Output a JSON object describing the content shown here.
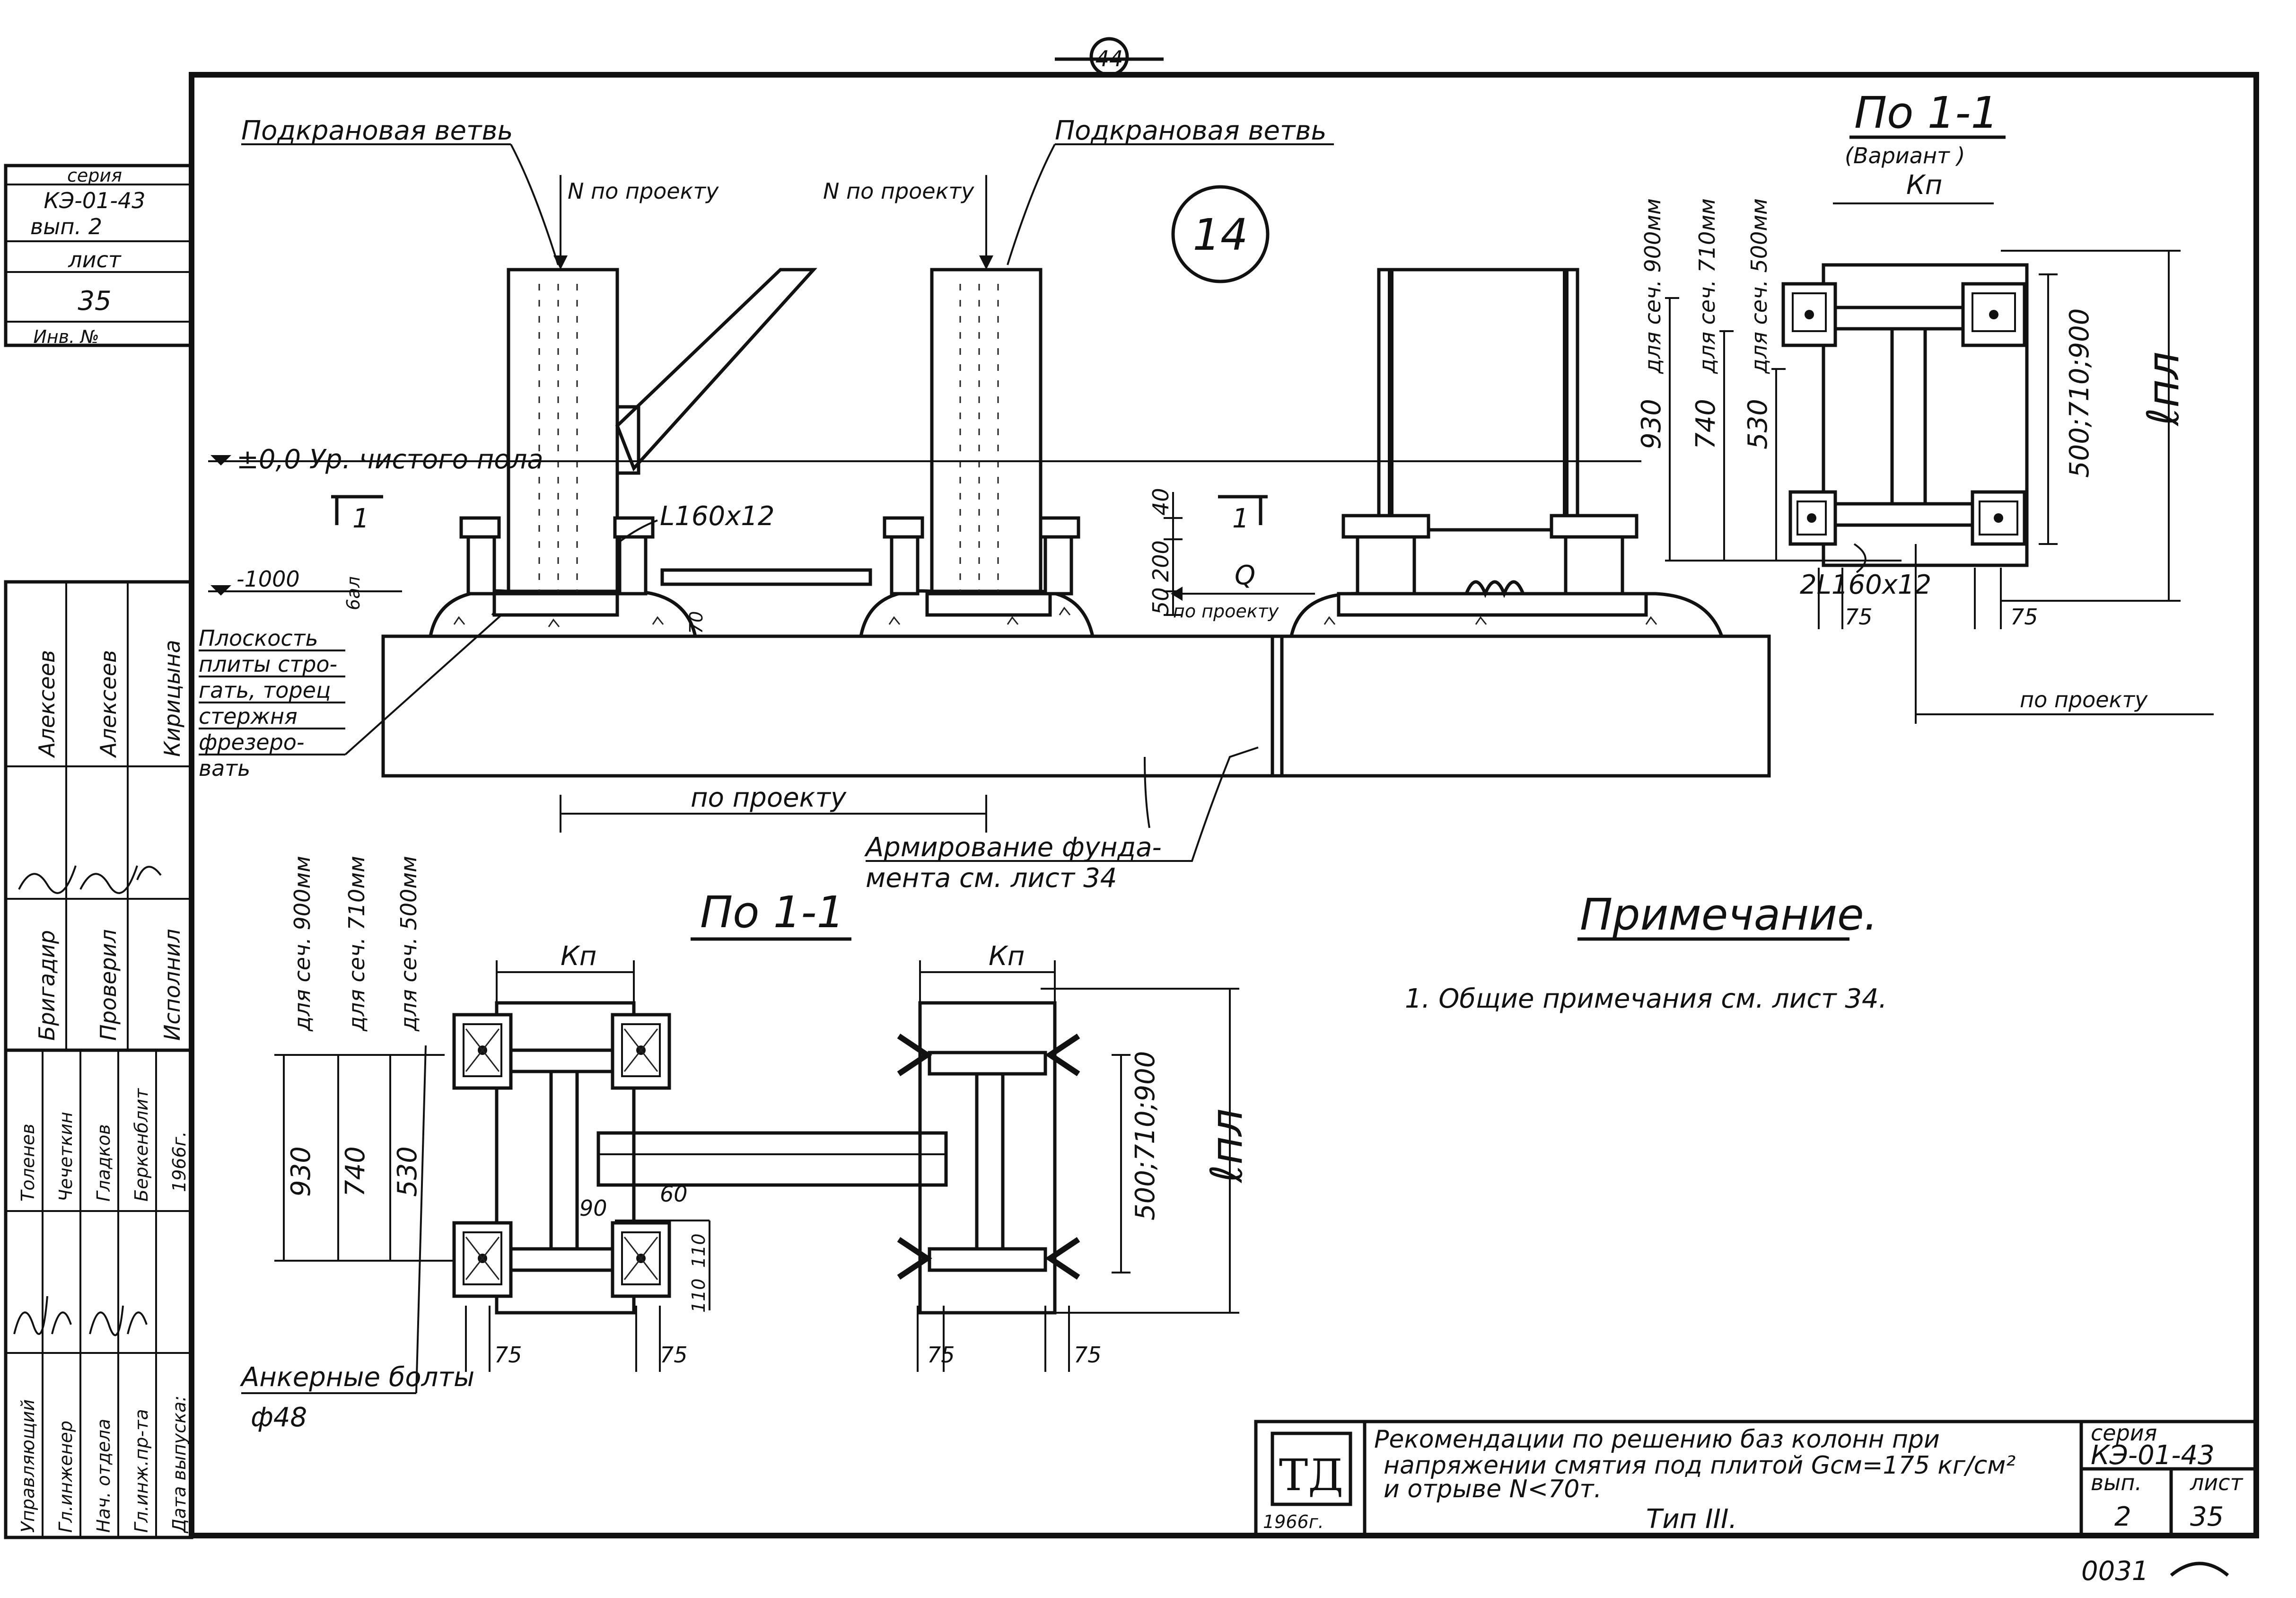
{
  "sheet": {
    "page_number": "44",
    "node_number": "14",
    "side_stamp": {
      "series_label": "серия",
      "series_value": "КЭ-01-43",
      "issue": "вып. 2",
      "sheet_label": "лист",
      "sheet_value": "35",
      "inv_label": "Инв. №"
    },
    "signatures": {
      "group1": {
        "roles": [
          "Бригадир",
          "Проверил",
          "Исполнил"
        ],
        "names": [
          "Алексеев",
          "Алексеев",
          "Кирицына"
        ]
      },
      "group2": {
        "roles": [
          "Управляющий",
          "Гл.инженер",
          "Нач. отдела",
          "Гл.инж.пр-та",
          "Дата выпуска:"
        ],
        "names": [
          "Толенев",
          "Чечеткин",
          "Гладков",
          "Беркенблит",
          "1966г."
        ]
      }
    }
  },
  "elevation": {
    "label_branch_left": "Подкрановая ветвь",
    "label_branch_right": "Подкрановая ветвь",
    "label_n_left": "N по проекту",
    "label_n_right": "N по проекту",
    "label_floor": "±0,0 Ур. чистого пола",
    "label_minus": "-1000",
    "label_minus_dim": "6ал",
    "label_angle": "L160x12",
    "label_q": "Q",
    "label_q_sub": "по проекту",
    "section_mark": "1",
    "dims_right": [
      "40",
      "200",
      "50"
    ],
    "dim_70": "70",
    "plane_note": [
      "Плоскость",
      "плиты стро-",
      "гать, торец",
      "стержня",
      "фрезеро-",
      "вать"
    ],
    "label_by_project": "по  проекту",
    "armature_note": [
      "Армирование фунда-",
      "мента см. лист 34"
    ]
  },
  "plan_variant": {
    "title": "По 1-1",
    "subtitle": "(Вариант )",
    "kp": "Кп",
    "dim_labels": [
      "для сеч. 900мм",
      "для сеч. 710мм",
      "для сеч. 500мм"
    ],
    "dim_values": [
      "930",
      "740",
      "530"
    ],
    "width_dims": "500;710;900",
    "lpl": "ℓпл",
    "angle_label": "2L160x12",
    "dim_75_left": "75",
    "dim_75_right": "75",
    "by_project": "по проекту"
  },
  "plan_main": {
    "title": "По 1-1",
    "kp_left": "Кп",
    "kp_right": "Кп",
    "dim_labels": [
      "для сеч. 900мм",
      "для сеч. 710мм",
      "для сеч. 500мм"
    ],
    "dim_values": [
      "930",
      "740",
      "530"
    ],
    "width_dims": "500;710;900",
    "lpl": "ℓпл",
    "dim_90": "90",
    "dim_60": "60",
    "dim_110a": "110",
    "dim_110b": "110",
    "dims_75": [
      "75",
      "75",
      "75",
      "75"
    ],
    "anchor_label": "Анкерные болты",
    "anchor_dia": "ф48"
  },
  "note": {
    "heading": "Примечание.",
    "items": [
      "1. Общие примечания см. лист 34."
    ]
  },
  "title_block": {
    "logo": "ТД",
    "logo_year": "1966г.",
    "title_lines": [
      "Рекомендации по решению баз колонн при",
      "напряжении смятия под плитой Gсм=175 кг/см²",
      "и отрыве N<70т."
    ],
    "type_label": "Тип III.",
    "series_label": "серия",
    "series_value": "КЭ-01-43",
    "issue_label": "вып.",
    "issue_value": "2",
    "sheet_label": "лист",
    "sheet_value": "35"
  },
  "footer_mark": "0031"
}
